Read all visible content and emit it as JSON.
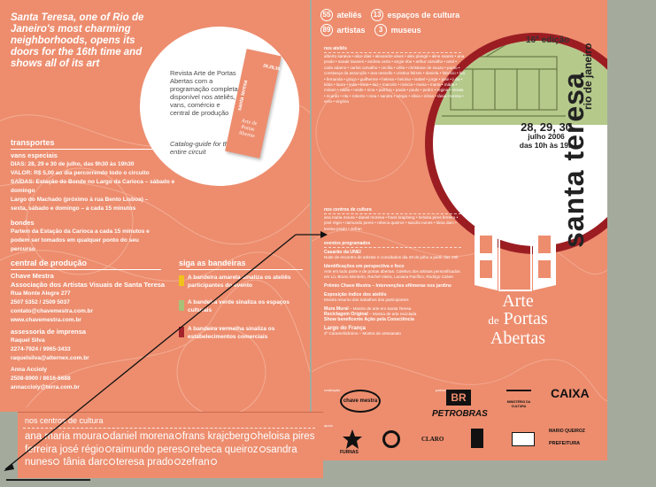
{
  "left": {
    "intro": "Santa Teresa, one of Rio de Janeiro's most charming neighborhoods, opens its doors for the 16th time and shows all of its art",
    "magazine": {
      "text": "Revista Arte de Portas Abertas com a programação completa disponível nos ateliês, vans, comércio e central de produção",
      "guide": "Catalog-guide for the entire circuit",
      "cover_title": "santa teresa",
      "cover_arte": "Arte de Portas Abertas",
      "cover_date": "28,29,30"
    },
    "transportes": {
      "heading": "transportes",
      "vans_heading": "vans especiais",
      "dias": "DIAS: 28, 29 e 30 de julho, das 9h30 às 19h30",
      "valor": "VALOR: R$ 5,00 ao dia percorrendo todo o circuito",
      "saidas": "SAÍDAS: Estação do Bonde no Largo da Carioca – sábado e domingo",
      "largo": "Largo do Machado (próximo à rua Bento Lisboa) – sexta, sábado e domingo – a cada 15 minutos",
      "bondes_heading": "bondes",
      "bondes_text": "Partem da Estação da Carioca a cada 15 minutos e podem ser tomados em qualquer ponto do seu percurso"
    },
    "central": {
      "heading": "central de produção",
      "org1": "Chave Mestra",
      "org2": "Associação dos Artistas Visuais de Santa Teresa",
      "address": "Rua Monte Alegre 277",
      "phone": "2507 5352 / 2509 5037",
      "email": "contato@chavemestra.com.br",
      "site": "www.chavemestra.com.br",
      "press_heading": "assessoria de imprensa",
      "press_name": "Raquel Silva",
      "press_phone": "2274-7924 / 9965-3433",
      "press_email": "raquelsilva@alternex.com.br",
      "contact2_name": "Anna Accioly",
      "contact2_phone": "2508-8900 / 8616-6688",
      "contact2_email": "annaccioly@terra.com.br"
    },
    "bandeiras": {
      "heading": "siga as bandeiras",
      "items": [
        {
          "text": "A bandeira amarela sinaliza os ateliês participantes do evento",
          "color": "#f2c21c"
        },
        {
          "text": "A bandeira verde sinaliza os espaços culturais",
          "color": "#a8c27a"
        },
        {
          "text": "A bandeira vermelha sinaliza os estabelecimentos comerciais",
          "color": "#a3232a"
        }
      ]
    }
  },
  "right": {
    "stats": [
      {
        "num": "55",
        "label": "ateliês"
      },
      {
        "num": "13",
        "label": "espaços de cultura"
      },
      {
        "num": "89",
        "label": "artistas"
      },
      {
        "num": "3",
        "label": "museus"
      }
    ],
    "edicao": "16ª edição",
    "title": "santa teresa",
    "subtitle": "rio de janeiro",
    "dates_line": "28, 29, 30",
    "dates_month": "julho 2006",
    "dates_hours": "das 10h às 19h",
    "atelie_heading": "nos ateliês",
    "atelie_text": "alberto saraiva • alice dias • alexandre alves • alex plangé • aline soares • ana prado • anaair tavares • andrea carta • angie ebe • arthur carvalho • ariel • carla adamo • carlos carvalho • cecília • célia • christiane de souza • ponto • constança da assunção • ana nesrello • cristina felizes • daniela • fabrício • bia • fernanda • graça • guilherme • helena • heloísa • isabel • jorge • josé • julia • kátia • laura • leda • lúcia • luiz • marcelo • márcia • maria • marta • mário • miriam • nádia • neide • nina • patrícia • paula • paulo • pedro • regina • renata • ricardo • rita • roberto • rosa • sandra • sérgio • sílvia • sônia • tânia • teresa • vera • virgínia",
    "cultura_heading": "nos centros de cultura",
    "cultura_text": "ana maria moura • daniel morena • frans krajcberg • heloisa pires ferreira • josé régio • raimundo peres • rebeca queiroz • sandra nunes • tânia darc • teresa prado • zefran",
    "programacao_heading": "eventos programados",
    "events": [
      {
        "title": "Casarão da UNEI",
        "text": "Noite de encontro de artistas e convidados dia 28 de julho a partir das 19h"
      },
      {
        "title": "Identificações em perspectiva e foco",
        "text": "Arte em todo parte e de portas abertas. Coletivo dos artistas personificados em Lú, Bruno Monteiro, Rachel Vieira, Luciana Pacífico, Rodrigo Calvet"
      },
      {
        "title": "Prêmio Chave Mestra – Intervenções efêmeras nos jardins",
        "text": ""
      },
      {
        "title": "Exposição índice dos ateliês",
        "text": "Mostra resumo dos trabalhos dos participantes"
      },
      {
        "title": "Mura Mural",
        "text": "Mostra de arte em Santa Teresa"
      },
      {
        "title": "Reciclagem Original",
        "text": "Mostra de arte reciclada"
      },
      {
        "title": "Show beneficente Ação pela Consciência",
        "text": ""
      },
      {
        "title": "Largo do França",
        "text": "2º Caramelódromo – Mostra de artesanato"
      }
    ],
    "arte_line1": "Arte",
    "arte_line2": "de",
    "arte_line3": "Portas",
    "arte_line4": "Abertas",
    "sponsor_label_1": "realização",
    "sponsor_label_2": "patrocínio",
    "sponsor_label_3": "apoio",
    "sponsors": {
      "chave": "chave mestra",
      "petrobras": "PETROBRAS",
      "br": "BR",
      "minc": "MINISTÉRIO DA CULTURA",
      "caixa": "CAIXA",
      "furnas": "FURNAS",
      "light": "CLARO",
      "marcas": "MARIO QUEIROZ",
      "prefeitura": "PREFEITURA"
    }
  },
  "zoom": {
    "heading": "nos centros de cultura",
    "names": [
      "ana maria moura",
      "daniel morena",
      "frans krajcberg",
      "heloisa pires ferreira",
      "josé régio",
      "raimundo peres",
      "rebeca queiroz",
      "sandra nunes",
      "tânia darc",
      "teresa prado",
      "zefran"
    ]
  },
  "colors": {
    "panel": "#ed8d6e",
    "maroon": "#9b1d22",
    "green": "#b5c98b",
    "background": "#a4ab9d"
  }
}
